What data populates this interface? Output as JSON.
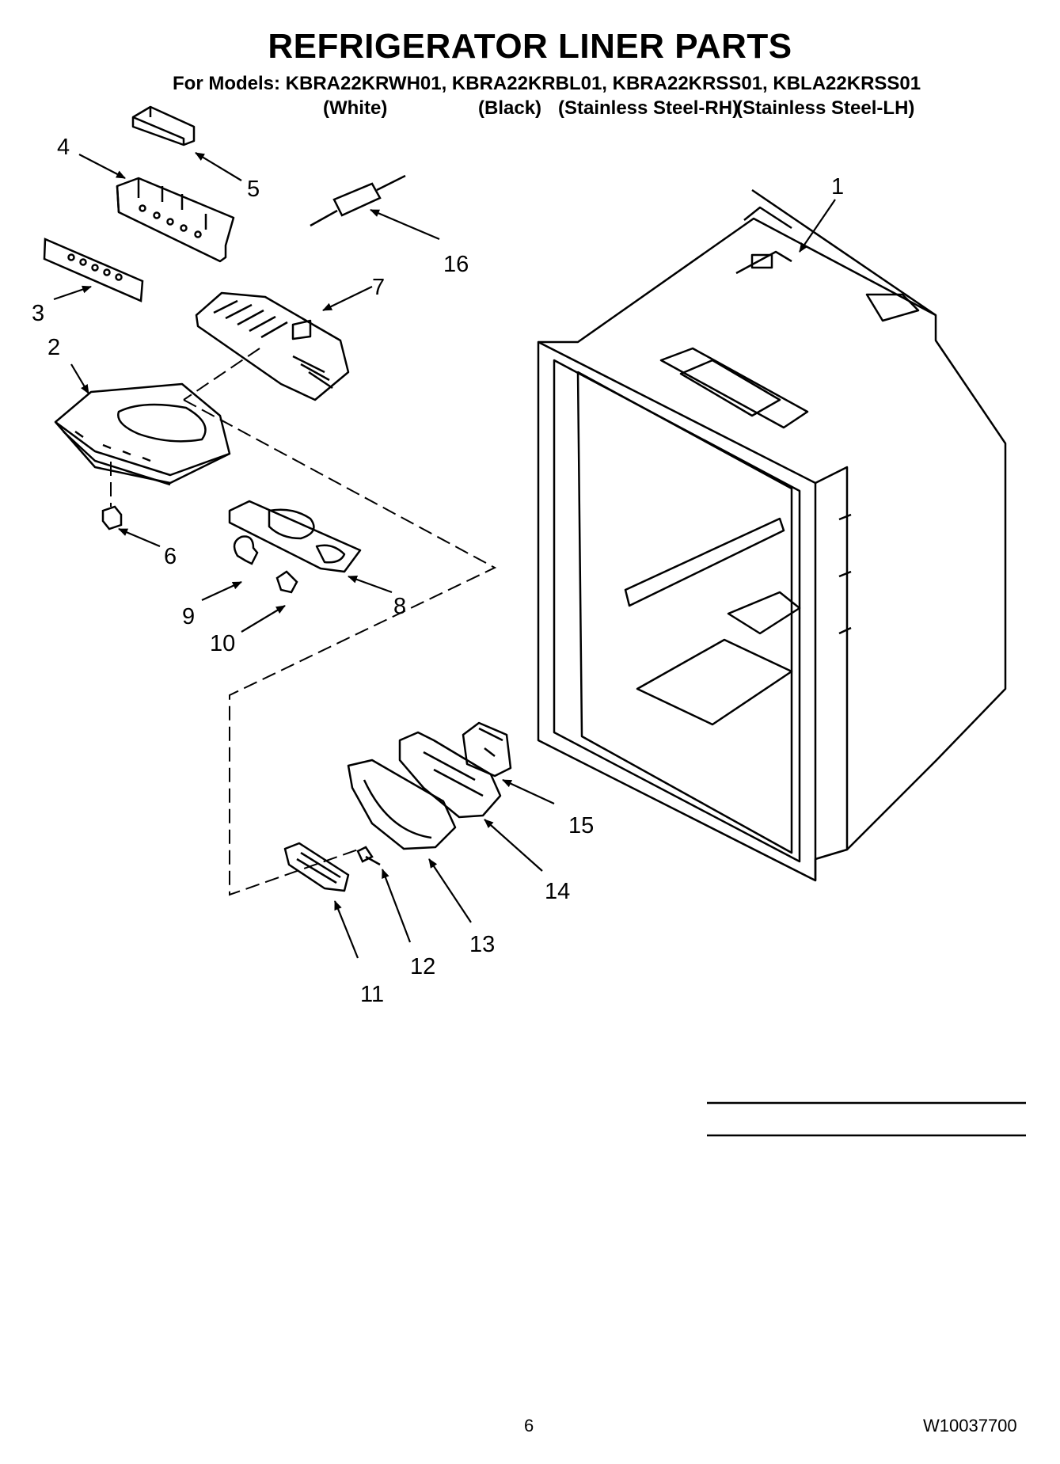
{
  "header": {
    "title": "REFRIGERATOR LINER PARTS",
    "models_line": "For Models: KBRA22KRWH01, KBRA22KRBL01, KBRA22KRSS01, KBLA22KRSS01",
    "variants": [
      "(White)",
      "(Black)",
      "(Stainless Steel-RH)",
      "(Stainless Steel-LH)"
    ]
  },
  "callouts": [
    "1",
    "2",
    "3",
    "4",
    "5",
    "6",
    "7",
    "8",
    "9",
    "10",
    "11",
    "12",
    "13",
    "14",
    "15",
    "16"
  ],
  "footer": {
    "page_number": "6",
    "document_number": "W10037700"
  }
}
